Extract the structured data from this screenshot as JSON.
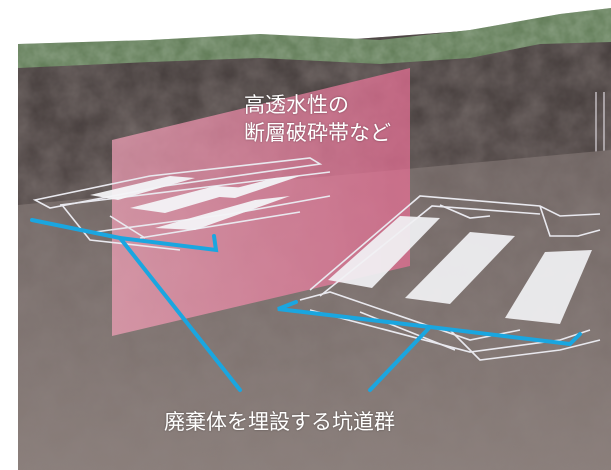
{
  "labels": {
    "fault_line1": "高透水性の",
    "fault_line2": "断層破砕帯など",
    "tunnels": "廃棄体を埋設する坑道群"
  },
  "colors": {
    "rock_dark": "#3b3534",
    "rock_light": "#6e625f",
    "grass": "#5f7a55",
    "fault_plane": "#e98aa6",
    "callout_line": "#1aa6e0",
    "tunnel_outline": "#e9e9ef",
    "label_text": "#ffffff"
  }
}
